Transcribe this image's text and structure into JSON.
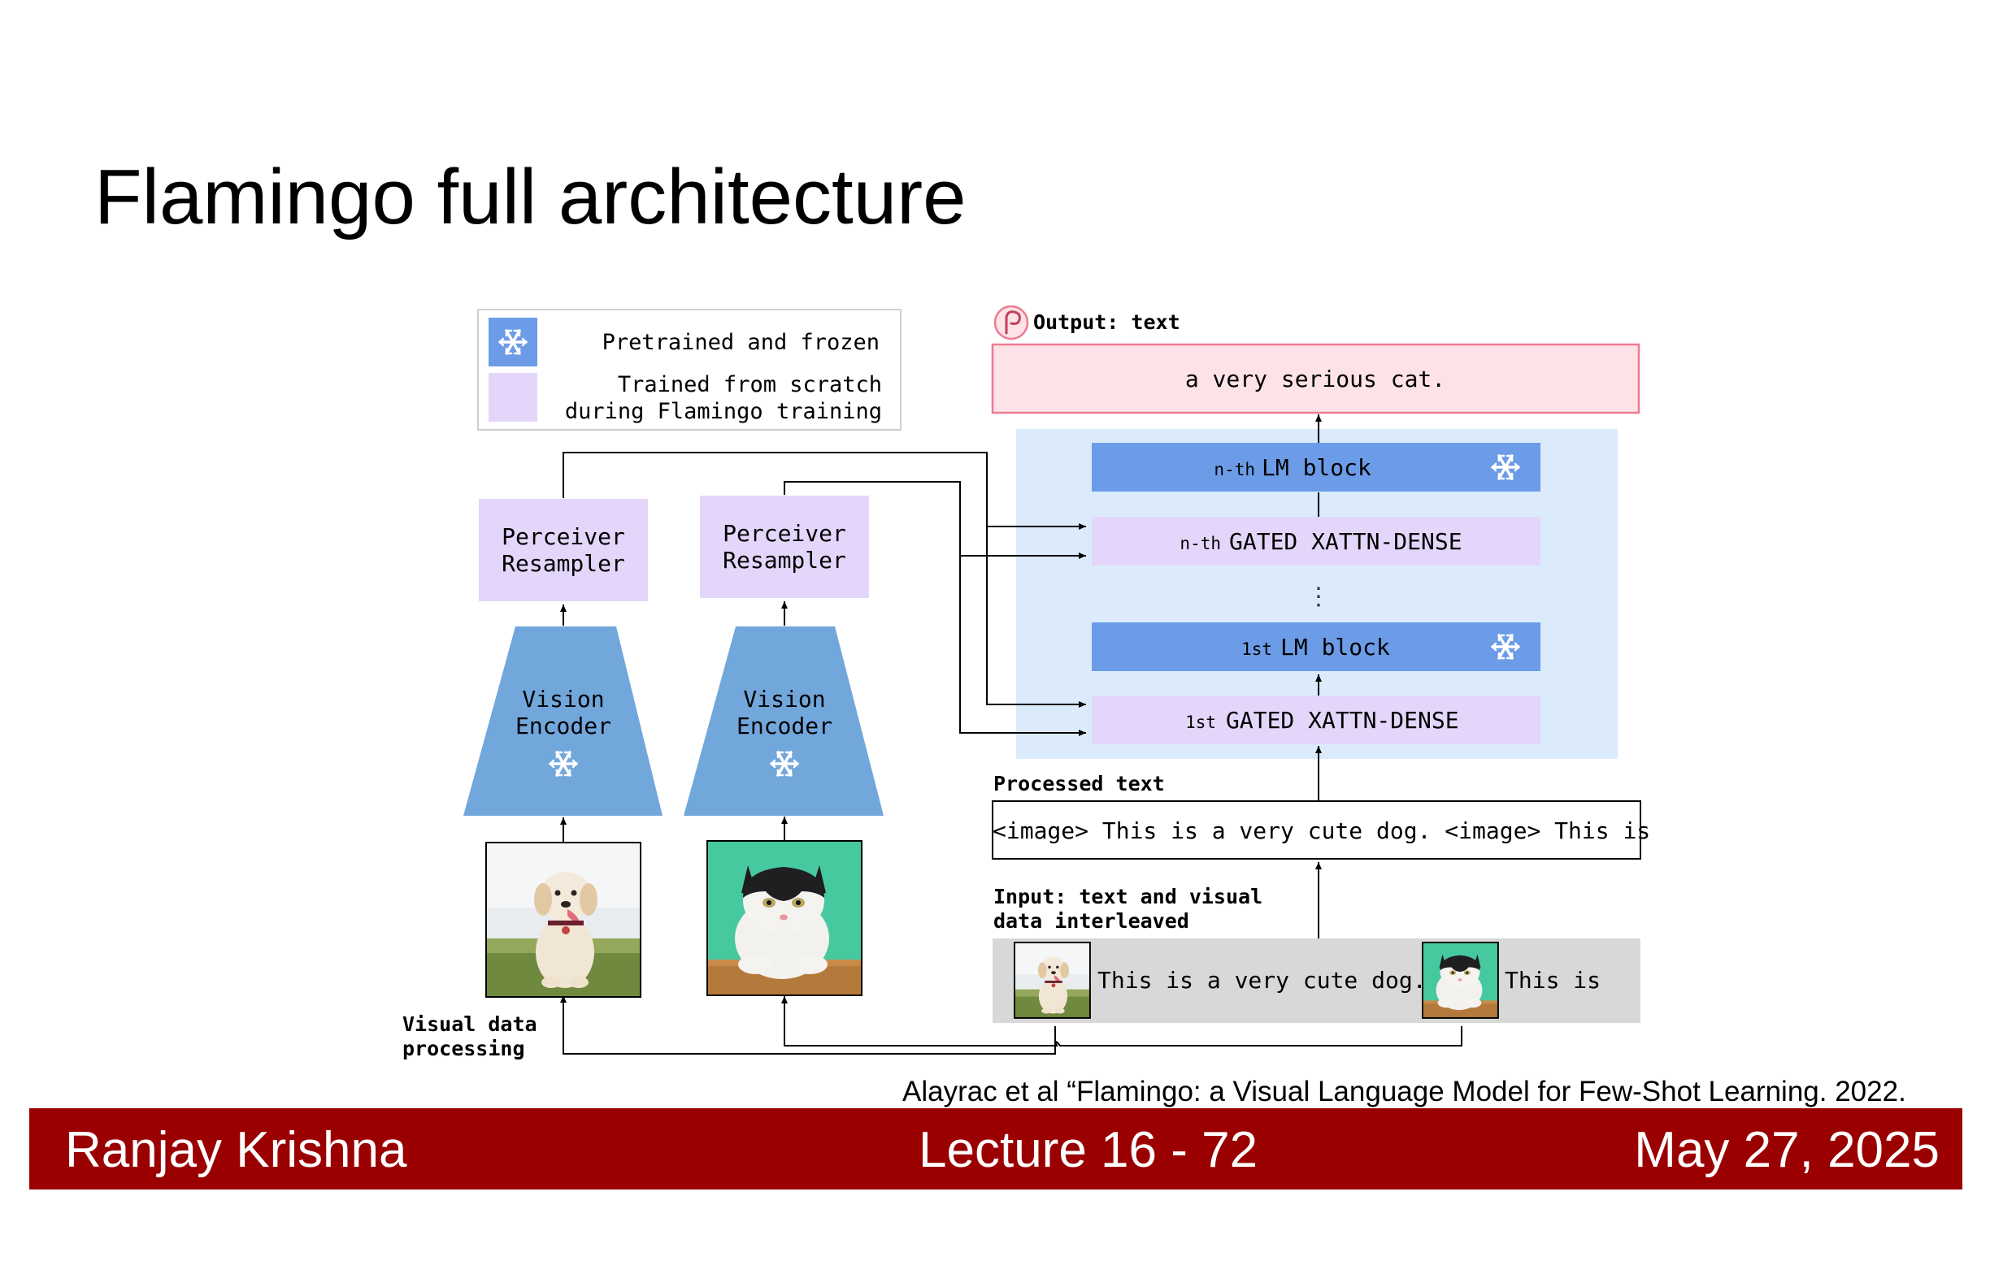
{
  "slide": {
    "title": "Flamingo full architecture",
    "citation": "Alayrac et al “Flamingo: a Visual Language Model for Few-Shot Learning. 2022.",
    "footer": {
      "author": "Ranjay Krishna",
      "lecture": "Lecture 16 -  72",
      "date": "May 27, 2025"
    }
  },
  "diagram": {
    "legend": {
      "frozen": "Pretrained and frozen",
      "scratch_line1": "Trained from scratch",
      "scratch_line2": "during Flamingo training"
    },
    "perceiver_label_1": "Perceiver",
    "perceiver_label_2": "Resampler",
    "vision_label_1": "Vision",
    "vision_label_2": "Encoder",
    "visual_processing_1": "Visual data",
    "visual_processing_2": "processing",
    "output_title": "Output: text",
    "output_text": "a very serious cat.",
    "lm_n_prefix": "n-th",
    "lm_n_label": "LM block",
    "xattn_n_prefix": "n-th",
    "xattn_n_label": "GATED XATTN-DENSE",
    "lm_1_prefix": "1st",
    "lm_1_label": "LM block",
    "xattn_1_prefix": "1st",
    "xattn_1_label": "GATED XATTN-DENSE",
    "processed_title": "Processed text",
    "processed_text": "<image> This is a very cute dog. <image> This is",
    "input_title_1": "Input: text and visual",
    "input_title_2": "data interleaved",
    "input_text_1": "This is a very cute dog.",
    "input_text_2": "This is",
    "icons": [
      "snowflake-icon",
      "flamingo-logo-icon",
      "dog-image",
      "cat-image"
    ]
  },
  "colors": {
    "frozen_blue": "#6c9ce8",
    "encoder_blue": "#72a7dc",
    "trained_lavender": "#e4d6fa",
    "lm_panel_bg": "#dcebfc",
    "output_bg": "#fde2e7",
    "output_border": "#ec7c93",
    "input_bg": "#d8d8d8",
    "footer_red": "#9b0000"
  }
}
